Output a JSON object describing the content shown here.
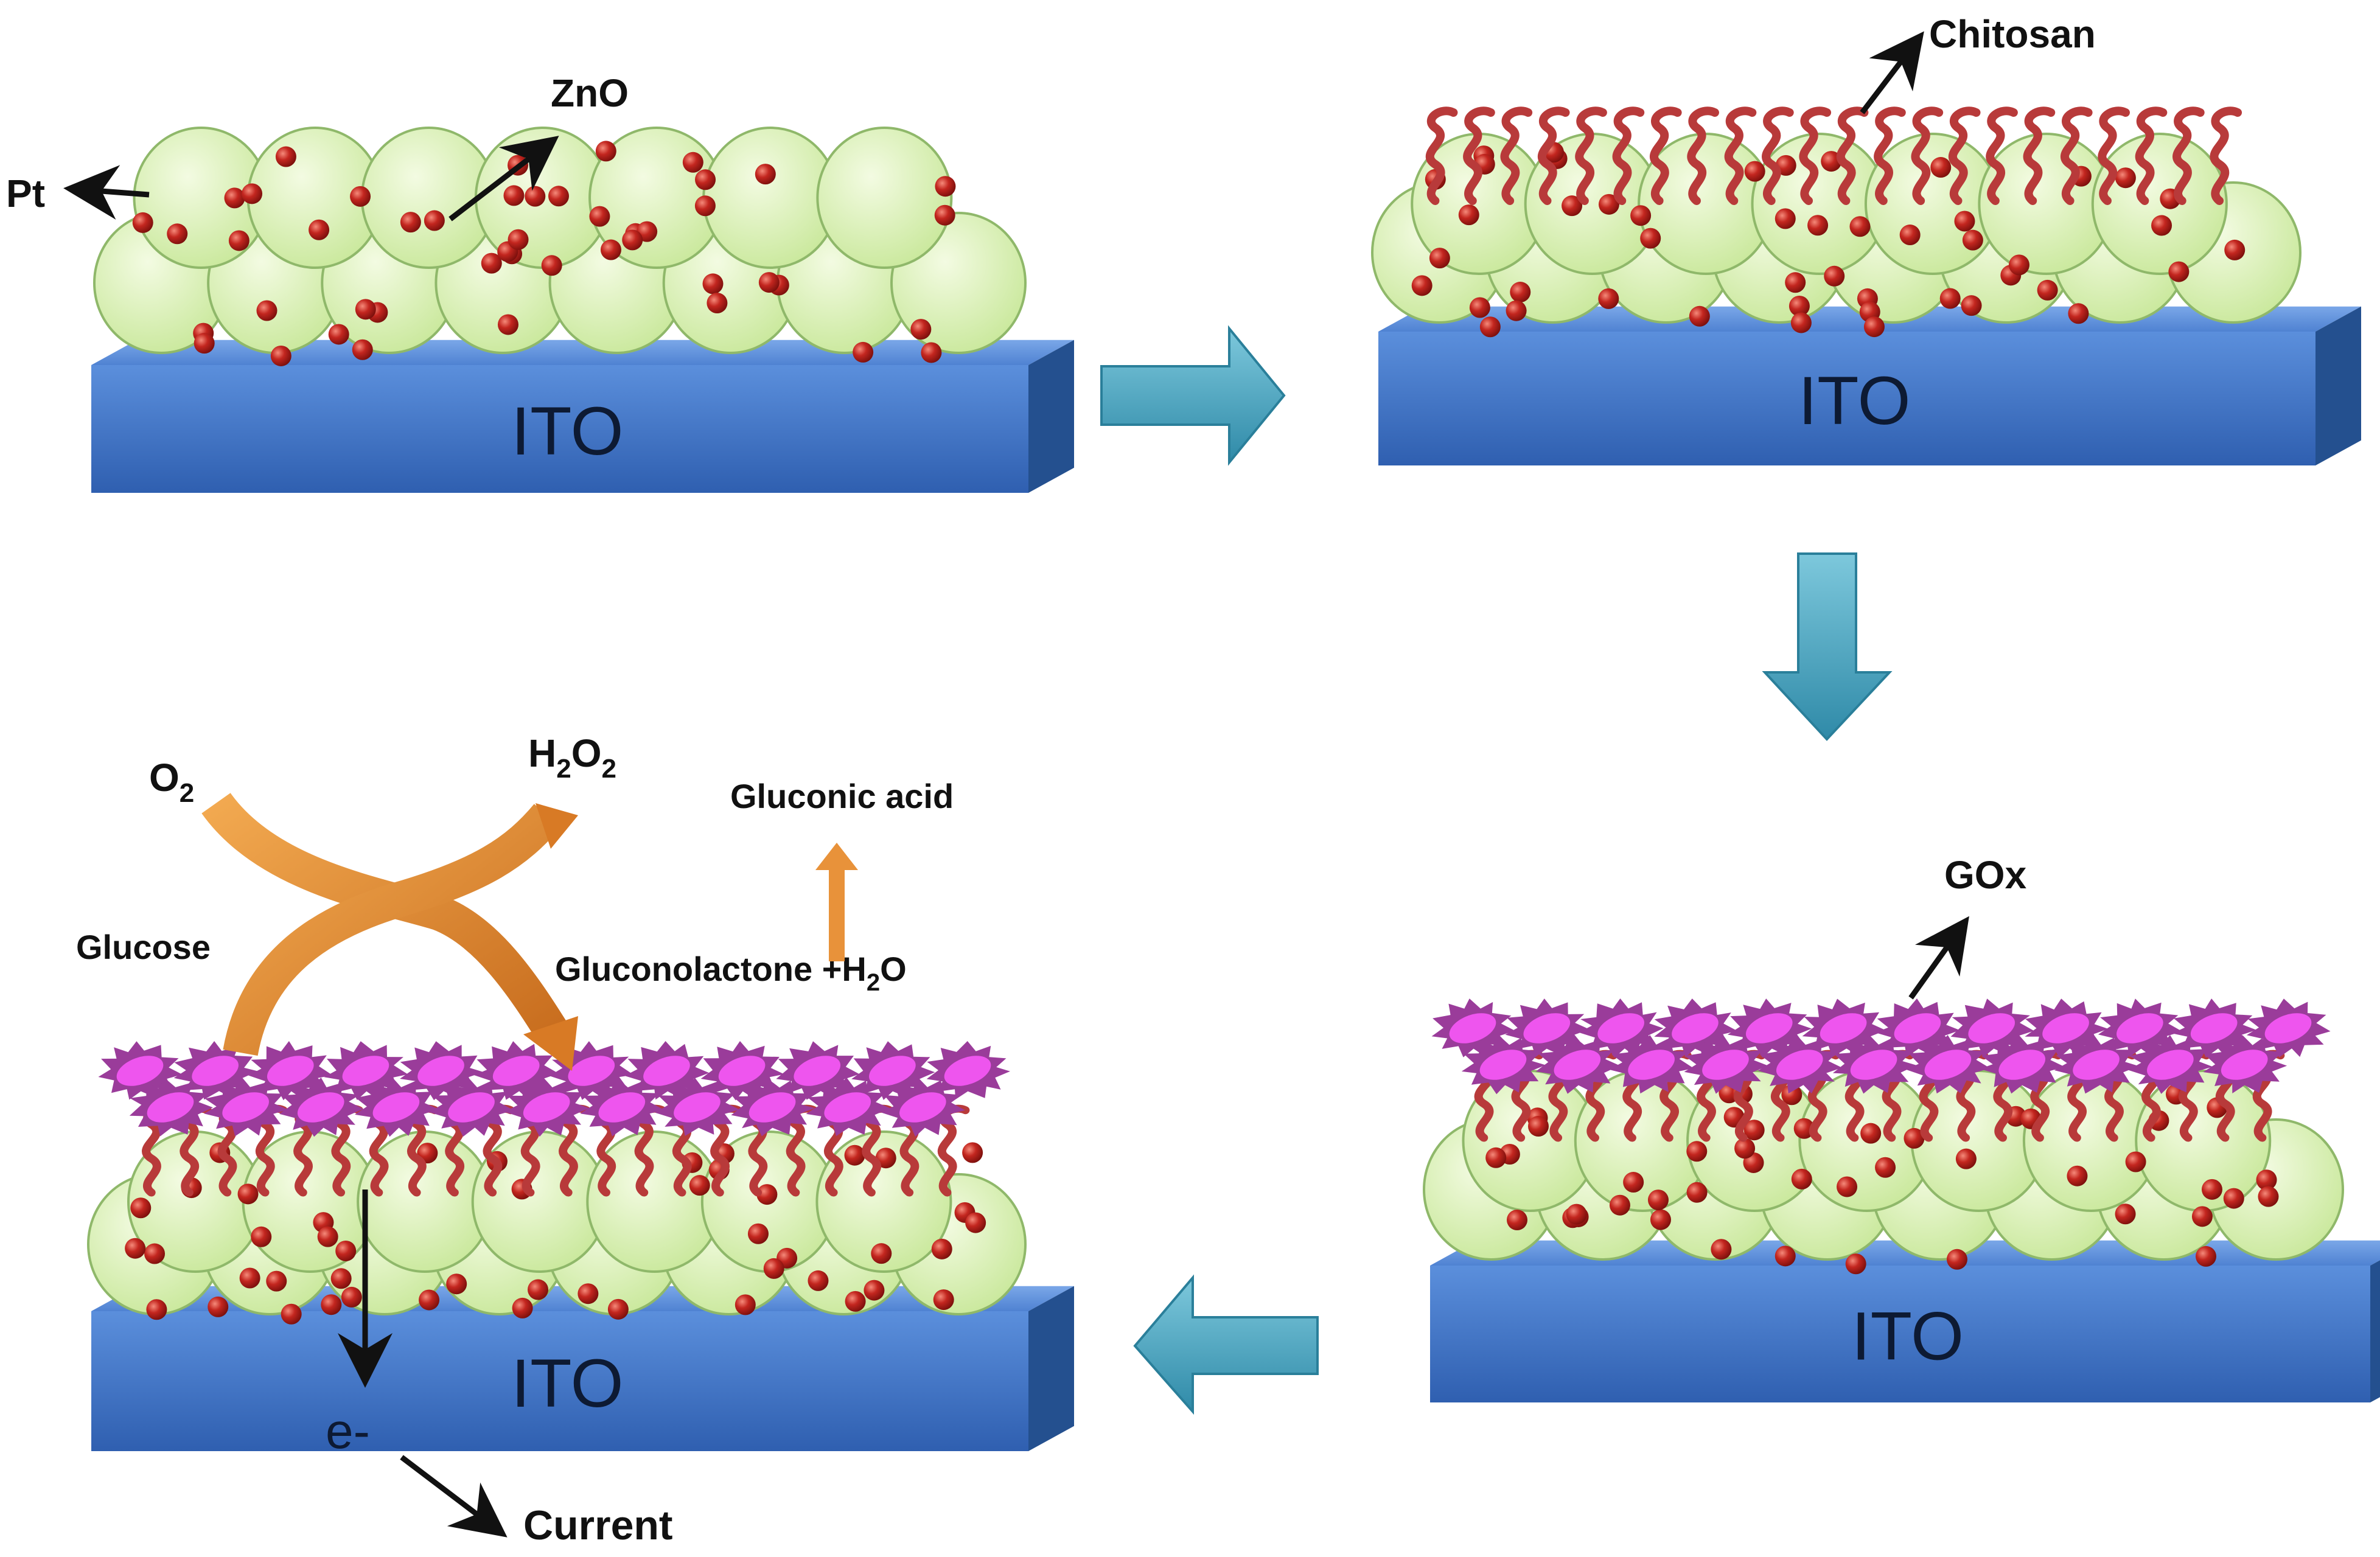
{
  "labels": {
    "pt": "Pt",
    "zno": "ZnO",
    "chitosan": "Chitosan",
    "gox": "GOx",
    "ito": "ITO",
    "o2_main": "O",
    "o2_sub": "2",
    "h2o2_h": "H",
    "h2o2_sub1": "2",
    "h2o2_o": "O",
    "h2o2_sub2": "2",
    "gluconic_acid": "Gluconic acid",
    "glucose": "Glucose",
    "gluconolactone_main": "Gluconolactone +H",
    "gluconolactone_sub": "2",
    "gluconolactone_end": "O",
    "electron": "e-",
    "current": "Current"
  },
  "colors": {
    "ito_top": "#4a7fd0",
    "ito_front": "#3a6cc0",
    "ito_side": "#27508f",
    "zno_fill": "#d8f0b0",
    "zno_stroke": "#8fb86a",
    "pt_fill": "#c0231f",
    "chitosan": "#b83a3a",
    "gox_fill": "#ee55ee",
    "gox_outer": "#9a3c9a",
    "flow_arrow": "#4aa3bf",
    "reaction_arrow": "#e8923a"
  },
  "icons": {
    "flow_arrow": "block-arrow-icon",
    "pointer_arrow": "arrow-icon"
  }
}
